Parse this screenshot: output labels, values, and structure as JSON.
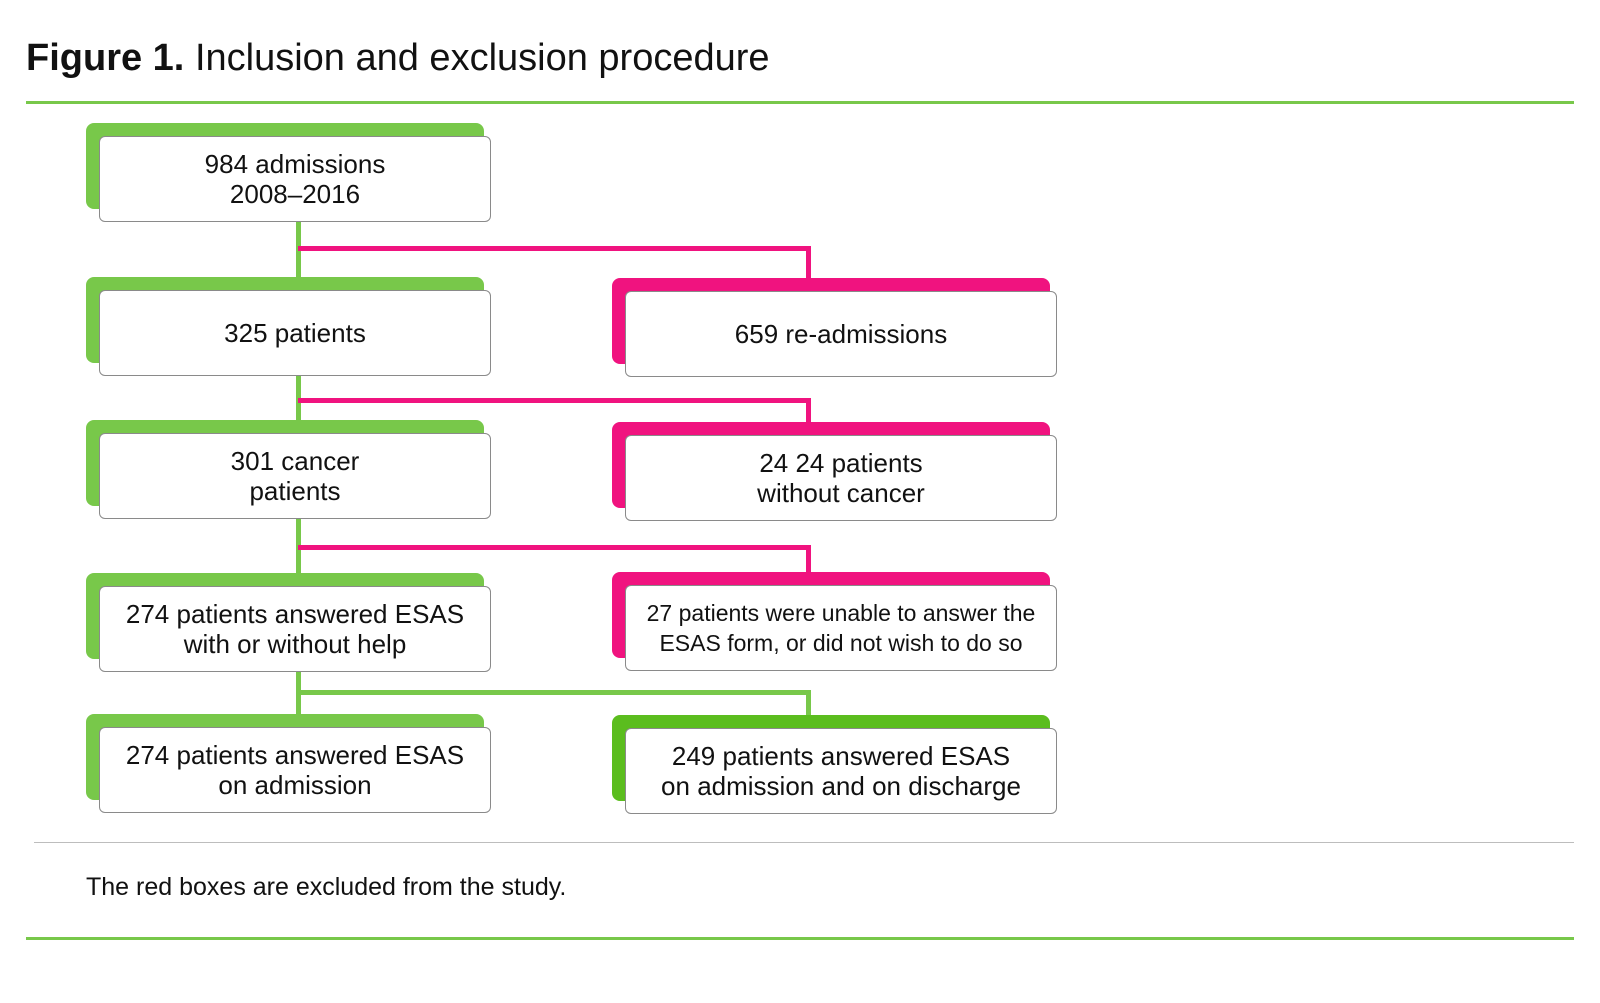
{
  "figure": {
    "label": "Figure 1.",
    "title": "Inclusion and exclusion procedure"
  },
  "colors": {
    "included": "#78c84a",
    "excluded": "#f0137f",
    "final_included": "#5bbd1e",
    "rule": "#78c84a"
  },
  "flow": {
    "included": [
      "984 admissions\n2008–2016",
      "325 patients",
      "301 cancer\npatients",
      "274 patients answered ESAS\nwith or without help",
      "274 patients answered ESAS\non admission"
    ],
    "excluded": [
      "659 re-admissions",
      "24 24 patients\nwithout cancer",
      "27 patients were unable to answer the\nESAS form, or did not wish to do so"
    ],
    "final": "249 patients answered ESAS\non admission and on discharge"
  },
  "footnote": "The red boxes are excluded from the study."
}
